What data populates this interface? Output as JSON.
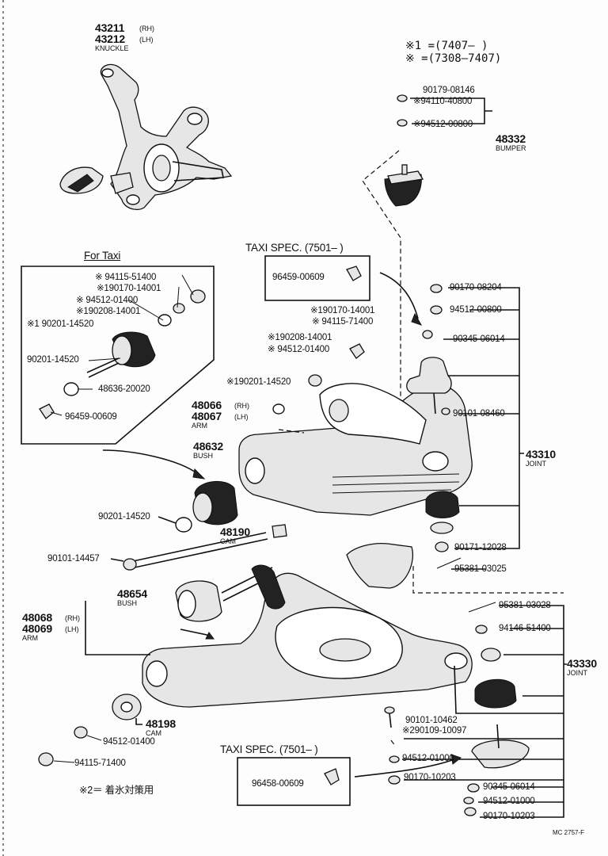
{
  "legend": {
    "line1": "※1 =(7407–      )",
    "line2": "※    =(7308–7407)"
  },
  "knuckle": {
    "pn_rh": "43211",
    "pn_lh": "43212",
    "tag_rh": "(RH)",
    "tag_lh": "(LH)",
    "name": "KNUCKLE"
  },
  "bumper": {
    "pn1": "90179-08146",
    "pn2": "※94110-40800",
    "pn3": "※94512-00800",
    "assy": "48332",
    "name": "BUMPER"
  },
  "taxi": {
    "title": "For Taxi",
    "p1": "※ 94115-51400",
    "p2": "※190170-14001",
    "p3": "※ 94512-01400",
    "p4": "※190208-14001",
    "p5": "※1 90201-14520",
    "p6": "90201-14520",
    "p7": "48636-20020",
    "p8": "96459-00609"
  },
  "taxi_spec_top": {
    "title": "TAXI SPEC. (7501–        )",
    "part": "96459-00609"
  },
  "upper_joint": {
    "p1": "90170-08204",
    "p2": "94512-00800",
    "p3": "90345-06014",
    "p4": "90101-08460",
    "assy": "43310",
    "name": "JOINT",
    "p5": "90171-12028",
    "p6": "95381-03025"
  },
  "upper_arm": {
    "p1": "※190170-14001",
    "p2": "※ 94115-71400",
    "p3": "※190208-14001",
    "p4": "※ 94512-01400",
    "p5": "※190201-14520",
    "pn_rh": "48066",
    "pn_lh": "48067",
    "tag_rh": "(RH)",
    "tag_lh": "(LH)",
    "name": "ARM"
  },
  "bush_upper": {
    "pn": "48632",
    "name": "BUSH",
    "bolt": "90201-14520"
  },
  "cam_upper": {
    "pn": "48190",
    "name": "CAM",
    "bolt": "90101-14457"
  },
  "bush_lower": {
    "pn": "48654",
    "name": "BUSH"
  },
  "lower_arm": {
    "pn_rh": "48068",
    "pn_lh": "48069",
    "tag_rh": "(RH)",
    "tag_lh": "(LH)",
    "name": "ARM"
  },
  "lower_joint": {
    "p1": "95381-03028",
    "p2": "94146-51400",
    "assy": "43330",
    "name": "JOINT",
    "p3": "90101-10462",
    "p4": "※290109-10097",
    "p5": "94512-01000",
    "p6": "90170-10203",
    "p7": "90345-06014",
    "p8": "94512-01000",
    "p9": "90170-10203"
  },
  "cam_lower": {
    "pn": "48198",
    "name": "CAM",
    "p1": "94512-01400",
    "p2": "94115-71400"
  },
  "taxi_spec_bottom": {
    "title": "TAXI SPEC. (7501–        )",
    "part": "96458-00609"
  },
  "note2": "※2＝ 着氷対策用",
  "fig_code": "MC 2757-F"
}
